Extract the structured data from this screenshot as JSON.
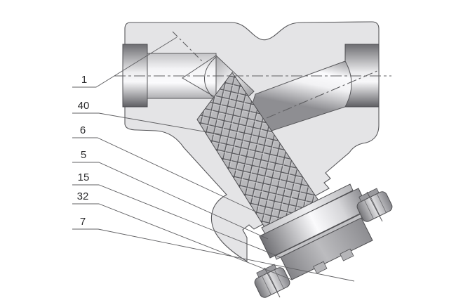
{
  "figure": {
    "type": "technical-drawing",
    "subject": "y-strainer-sectional-view",
    "callouts": [
      {
        "label": "1"
      },
      {
        "label": "40"
      },
      {
        "label": "6"
      },
      {
        "label": "5"
      },
      {
        "label": "15"
      },
      {
        "label": "32"
      },
      {
        "label": "7"
      }
    ],
    "colors": {
      "body_fill": "#e4e4e6",
      "outline": "#565659",
      "mesh_fill": "#b8b8bb",
      "mesh_line": "#525256",
      "leader_line": "#606063",
      "label_text": "#2b2b2d",
      "background": "#ffffff"
    }
  }
}
